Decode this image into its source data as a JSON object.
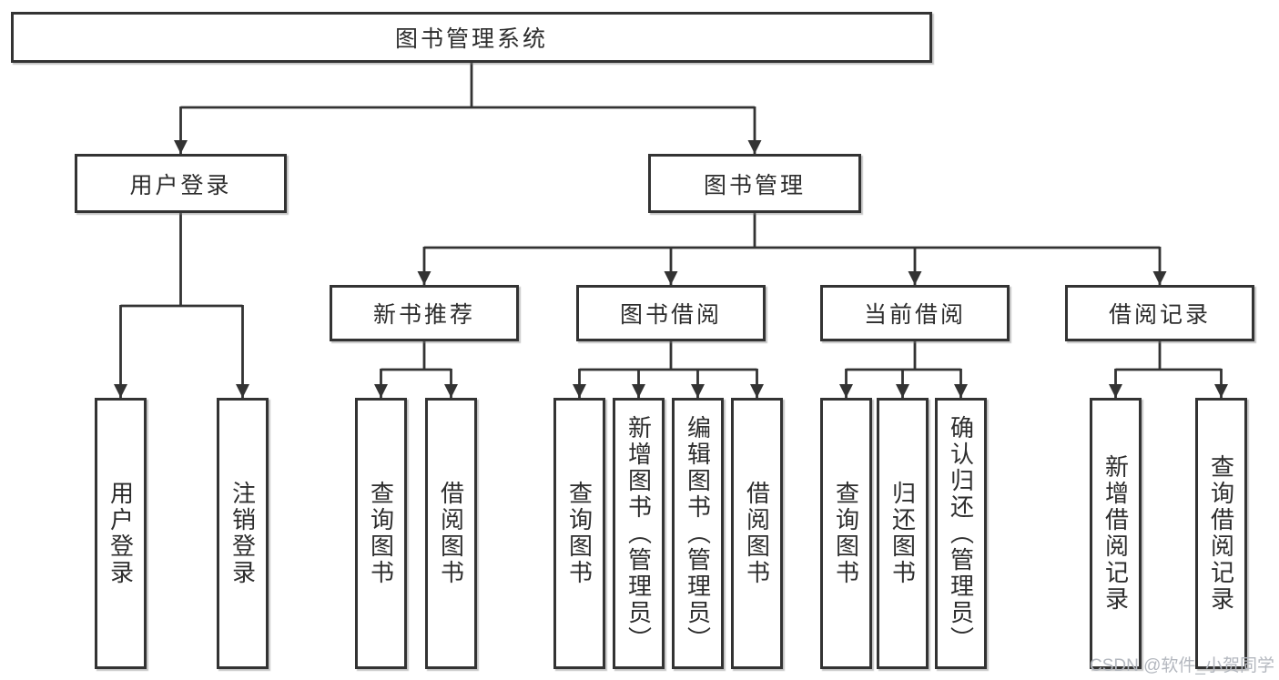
{
  "root": {
    "label": "图书管理系统"
  },
  "level2": [
    {
      "label": "用户登录"
    },
    {
      "label": "图书管理"
    }
  ],
  "level3": [
    {
      "label": "新书推荐",
      "parent": "图书管理"
    },
    {
      "label": "图书借阅",
      "parent": "图书管理"
    },
    {
      "label": "当前借阅",
      "parent": "图书管理"
    },
    {
      "label": "借阅记录",
      "parent": "图书管理"
    }
  ],
  "leaves": [
    {
      "label": "用户登录",
      "parent": "用户登录"
    },
    {
      "label": "注销登录",
      "parent": "用户登录"
    },
    {
      "label": "查询图书",
      "parent": "新书推荐"
    },
    {
      "label": "借阅图书",
      "parent": "新书推荐"
    },
    {
      "label": "查询图书",
      "parent": "图书借阅"
    },
    {
      "label": "新增图书（管理员）",
      "parent": "图书借阅"
    },
    {
      "label": "编辑图书（管理员）",
      "parent": "图书借阅"
    },
    {
      "label": "借阅图书",
      "parent": "图书借阅"
    },
    {
      "label": "查询图书",
      "parent": "当前借阅"
    },
    {
      "label": "归还图书",
      "parent": "当前借阅"
    },
    {
      "label": "确认归还（管理员）",
      "parent": "当前借阅"
    },
    {
      "label": "新增借阅记录",
      "parent": "借阅记录"
    },
    {
      "label": "查询借阅记录",
      "parent": "借阅记录"
    }
  ],
  "watermark": {
    "text": "CSDN @软件_小贺同学"
  },
  "colors": {
    "line": "#333333",
    "border": "#333333",
    "text": "#2d2d2d",
    "watermark": "#b4b8bf",
    "background": "#ffffff"
  }
}
